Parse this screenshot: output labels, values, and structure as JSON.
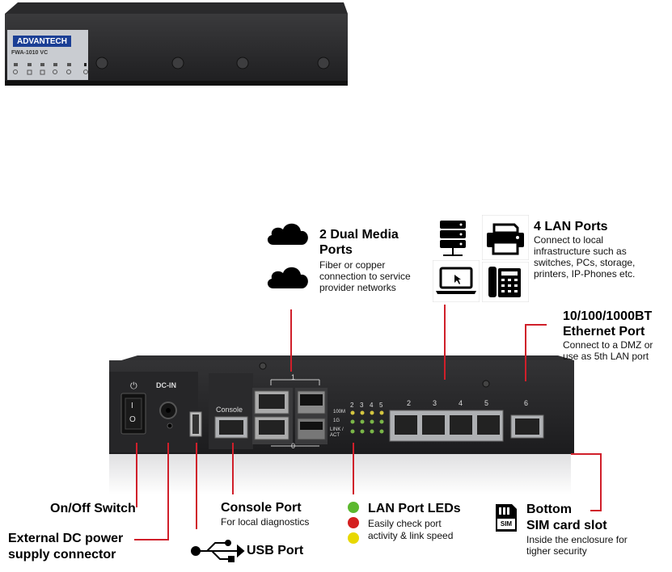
{
  "front_device": {
    "brand": "ADVANTECH",
    "model": "FWA-1010 VC"
  },
  "rear_device": {
    "dc_in_label": "DC-IN",
    "console_label": "Console",
    "led_numbers": [
      "2",
      "3",
      "4",
      "5"
    ],
    "led_rows": [
      "100M",
      "1G",
      "LINK / ACT"
    ],
    "port_top_number": "1",
    "port_bottom_number": "0",
    "lan_numbers": [
      "2",
      "3",
      "4",
      "5"
    ],
    "eth_number": "6"
  },
  "callouts": {
    "dual_media": {
      "title": "2 Dual Media Ports",
      "desc": "Fiber or copper connection to service provider networks"
    },
    "lan_ports": {
      "title": "4 LAN Ports",
      "desc": "Connect to local infrastructure such as switches, PCs, storage, printers, IP-Phones etc."
    },
    "ethernet": {
      "title": "10/100/1000BT Ethernet Port",
      "desc": "Connect to a DMZ or use as 5th LAN port"
    },
    "onoff": {
      "title": "On/Off Switch"
    },
    "dc_power": {
      "title": "External DC power supply connector"
    },
    "usb": {
      "title": "USB Port"
    },
    "console": {
      "title": "Console Port",
      "desc": "For local diagnostics"
    },
    "leds": {
      "title": "LAN Port LEDs",
      "desc": "Easily check port activity & link speed"
    },
    "sim": {
      "title_line1": "Bottom",
      "title_line2": "SIM card slot",
      "desc": "Inside the enclosure for tigher security",
      "sim_badge": "SIM"
    }
  },
  "colors": {
    "callout_line": "#d01f2a",
    "led_green": "#5cb82e",
    "led_red": "#d42020",
    "led_yellow": "#e8d800",
    "device_body": "#2b2b2d"
  },
  "icons": [
    "cloud-icon",
    "server-icon",
    "printer-icon",
    "laptop-icon",
    "ip-phone-icon",
    "usb-icon",
    "sim-card-icon"
  ]
}
